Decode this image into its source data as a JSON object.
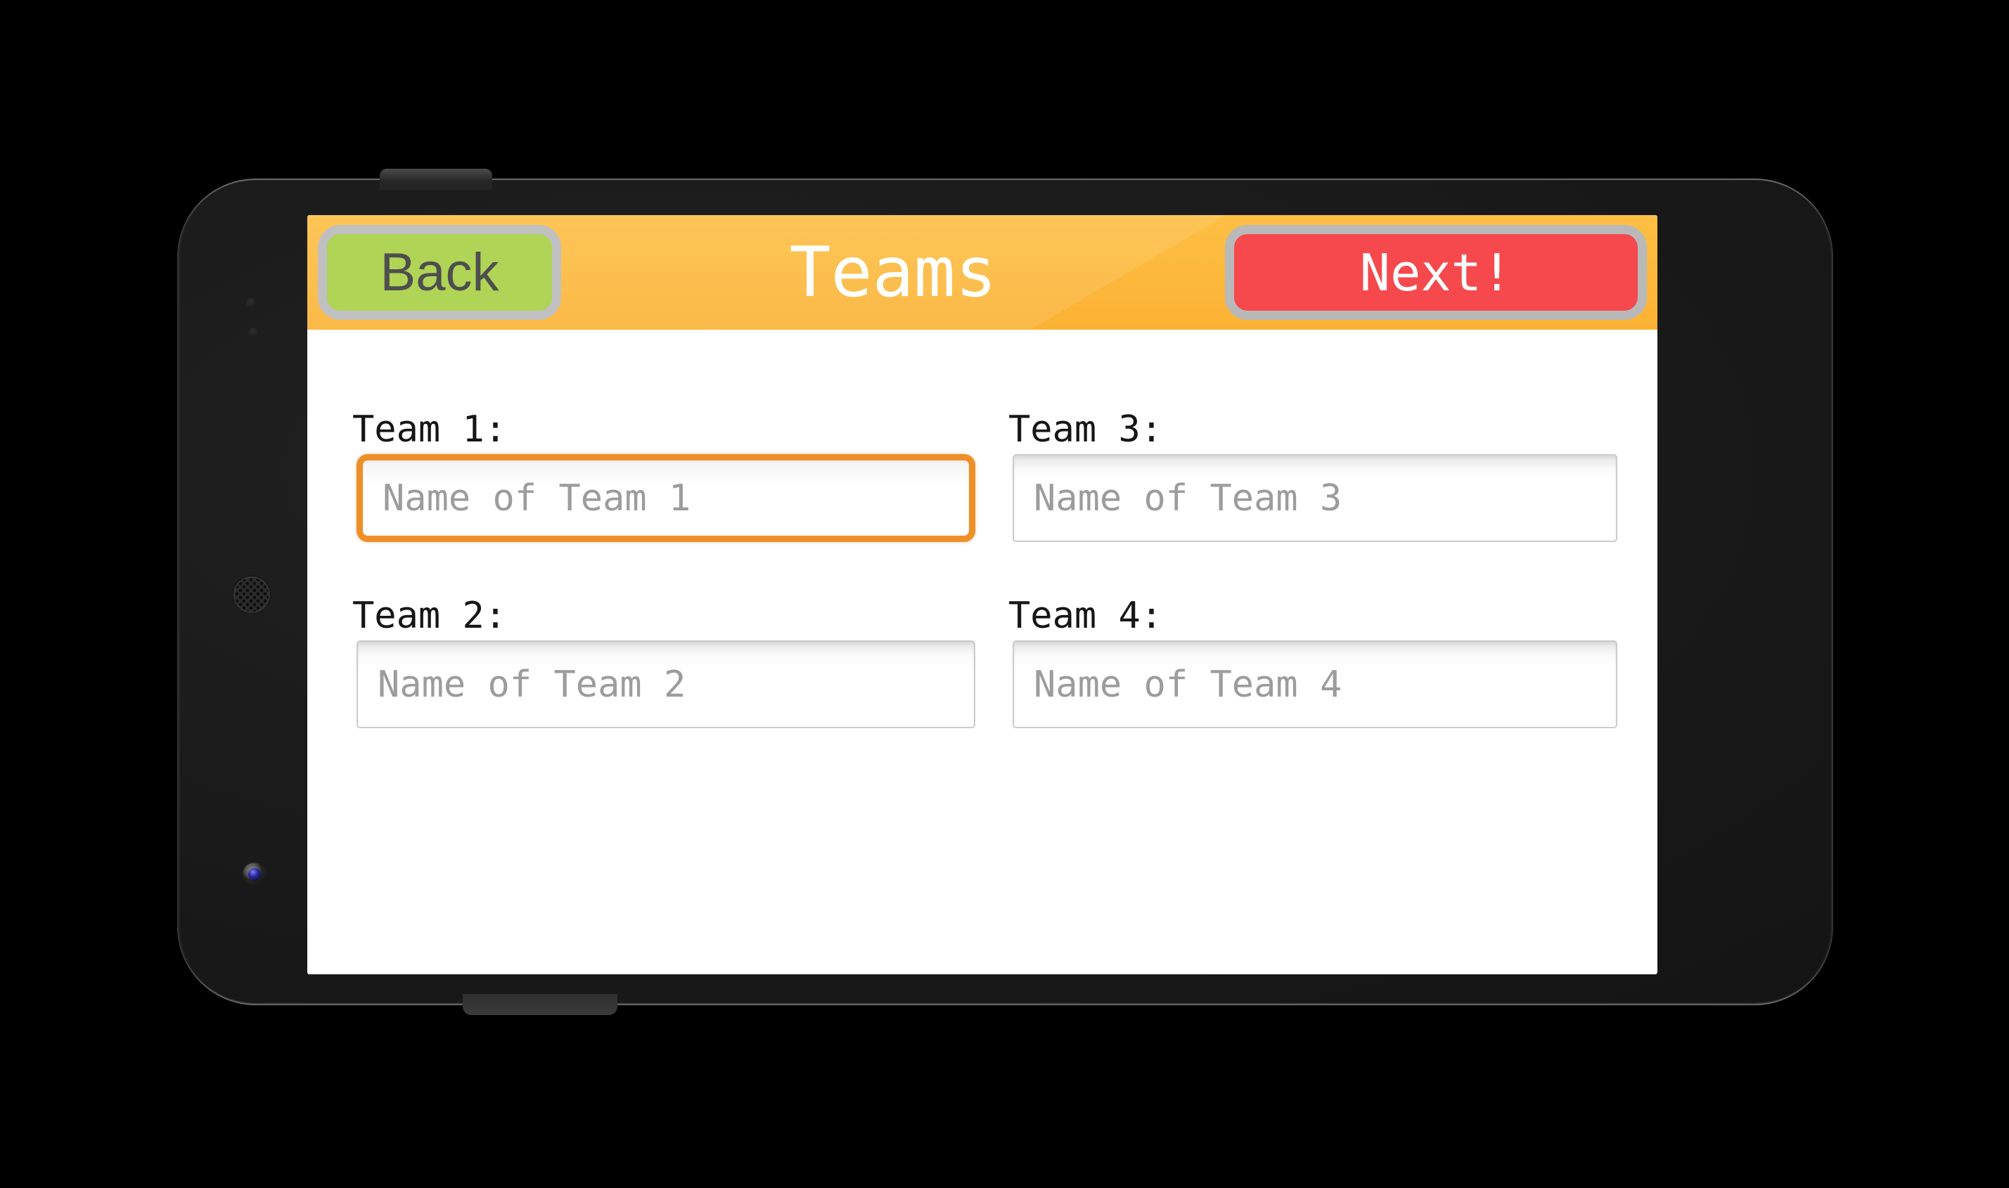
{
  "header": {
    "back_label": "Back",
    "title": "Teams",
    "next_label": "Next!"
  },
  "fields": [
    {
      "label": "Team 1:",
      "placeholder": "Name of Team 1",
      "focused": true
    },
    {
      "label": "Team 2:",
      "placeholder": "Name of Team 2",
      "focused": false
    },
    {
      "label": "Team 3:",
      "placeholder": "Name of Team 3",
      "focused": false
    },
    {
      "label": "Team 4:",
      "placeholder": "Name of Team 4",
      "focused": false
    }
  ],
  "device": {
    "frame": "phone-landscape",
    "decorations": [
      "power-button",
      "volume-button",
      "speaker-grille-icon",
      "front-camera-icon",
      "proximity-sensor-dots"
    ]
  },
  "colors": {
    "header_top": "#fdbf44",
    "header_bottom": "#fbb234",
    "back_bg": "#a6d043",
    "back_text": "#3a3a3a",
    "next_bg": "#f6494d",
    "button_border": "#b9b9b9",
    "title_text": "#ffffff",
    "label_text": "#161616",
    "placeholder": "#9c9c9c",
    "focus_border": "#ee8f28",
    "input_border": "#cbcbcb"
  }
}
